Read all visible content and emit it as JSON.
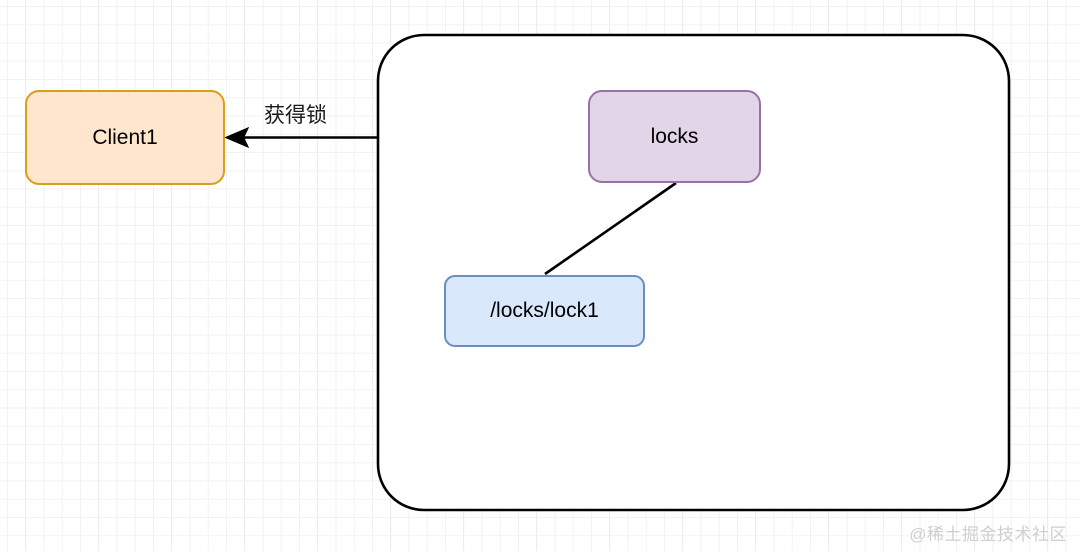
{
  "diagram": {
    "title": "distributed-lock-acquire",
    "background": {
      "grid_minor_color": "#f2f2f2",
      "grid_major_color": "#dedede",
      "canvas_color": "#ffffff"
    },
    "container": {
      "name": "zookeeper-cluster-container",
      "label": "",
      "stroke_color": "#000000",
      "fill_color": "#ffffff"
    },
    "nodes": [
      {
        "id": "client1",
        "label": "Client1",
        "fill": "#ffe6cc",
        "stroke": "#d6a01d"
      },
      {
        "id": "locks",
        "label": "locks",
        "fill": "#e1d5e7",
        "stroke": "#9673a6"
      },
      {
        "id": "lock_path",
        "label": "/locks/lock1",
        "fill": "#dae8fc",
        "stroke": "#6c8ebf"
      }
    ],
    "edges": [
      {
        "id": "acquire-lock-edge",
        "label": "获得锁",
        "from": "container",
        "to": "client1",
        "arrowhead": "filled-triangle",
        "stroke": "#000000"
      },
      {
        "id": "locks-to-lockpath-edge",
        "label": "",
        "from": "locks",
        "to": "lock_path",
        "arrowhead": "none",
        "stroke": "#000000"
      }
    ],
    "watermark": {
      "text": "@稀土掘金技术社区",
      "color": "#cfcfcf"
    }
  }
}
